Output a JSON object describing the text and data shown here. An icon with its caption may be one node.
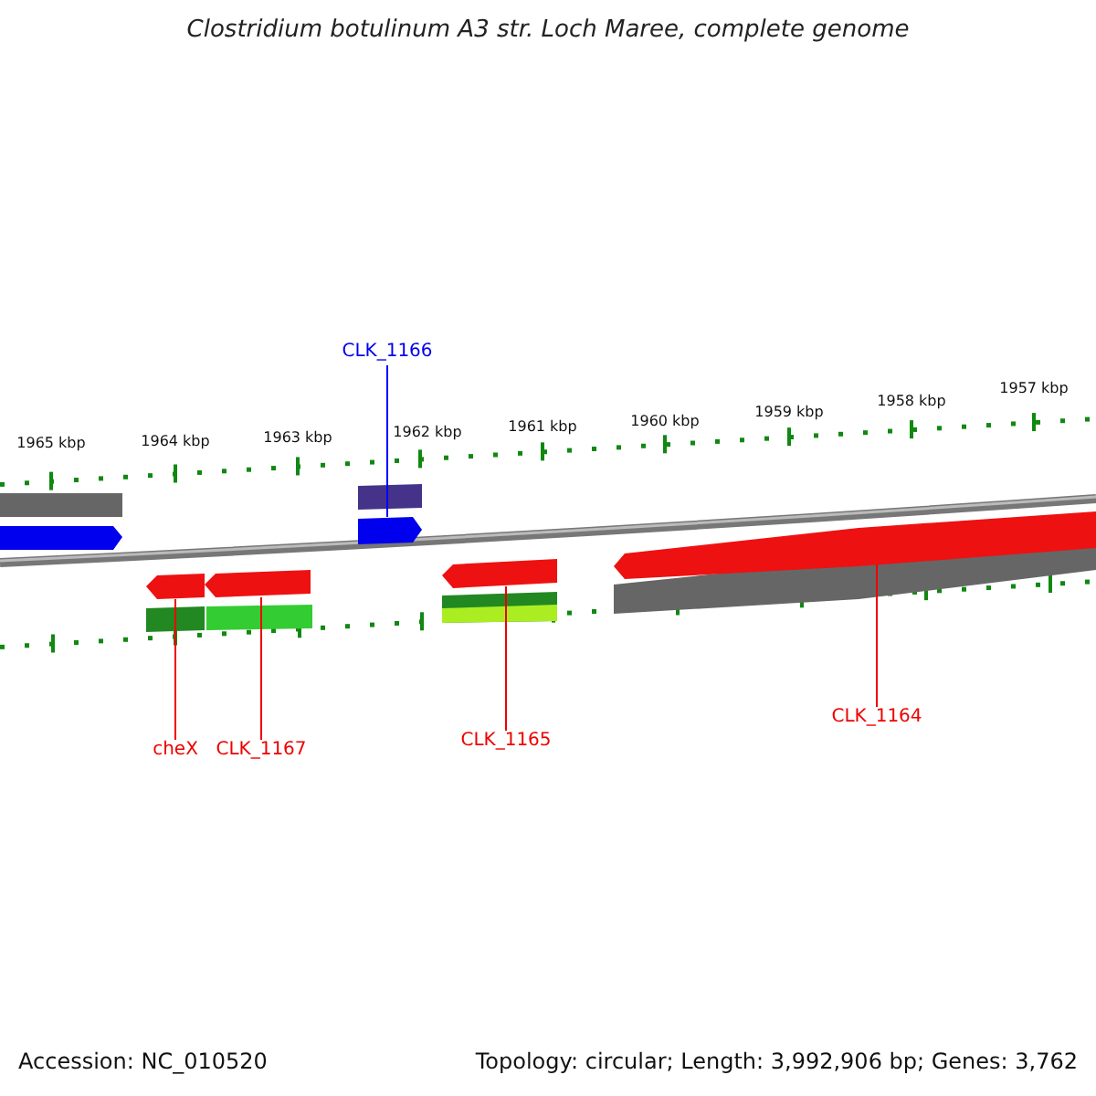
{
  "diagram": {
    "title": "Clostridium botulinum A3 str. Loch Maree, complete genome",
    "nodes": [
      {
        "text": [
          "CLK_1166"
        ]
      },
      {
        "text": [],
        "shape": "bar"
      },
      {
        "text": [
          "cheX"
        ]
      },
      {
        "text": [],
        "shape": "bar"
      },
      {
        "text": [
          "CLK_1167"
        ]
      },
      {
        "text": [],
        "shape": "bar"
      },
      {
        "text": [
          "CLK_1165"
        ]
      },
      {
        "text": [],
        "shape": "bar"
      },
      {
        "text": [
          "CLK_1164"
        ]
      },
      {
        "text": [],
        "shape": "bar"
      }
    ],
    "edges": [
      {
        "from": 0,
        "to": 1,
        "arrow": "none",
        "color": "#0000ff"
      },
      {
        "from": 2,
        "to": 3,
        "arrow": "none"
      },
      {
        "from": 4,
        "to": 5,
        "arrow": "none"
      },
      {
        "from": 6,
        "to": 7,
        "arrow": "none"
      },
      {
        "from": 8,
        "to": 9,
        "arrow": "none"
      }
    ],
    "labels": [
      "1965 kbp",
      "1964 kbp",
      "1963 kbp",
      "1962 kbp",
      "1961 kbp",
      "1960 kbp",
      "1959 kbp",
      "1958 kbp",
      "1957 kbp",
      "Accession: NC_010520",
      "Topology: circular; Length: 3,992,906 bp; Genes: 3,762"
    ]
  }
}
